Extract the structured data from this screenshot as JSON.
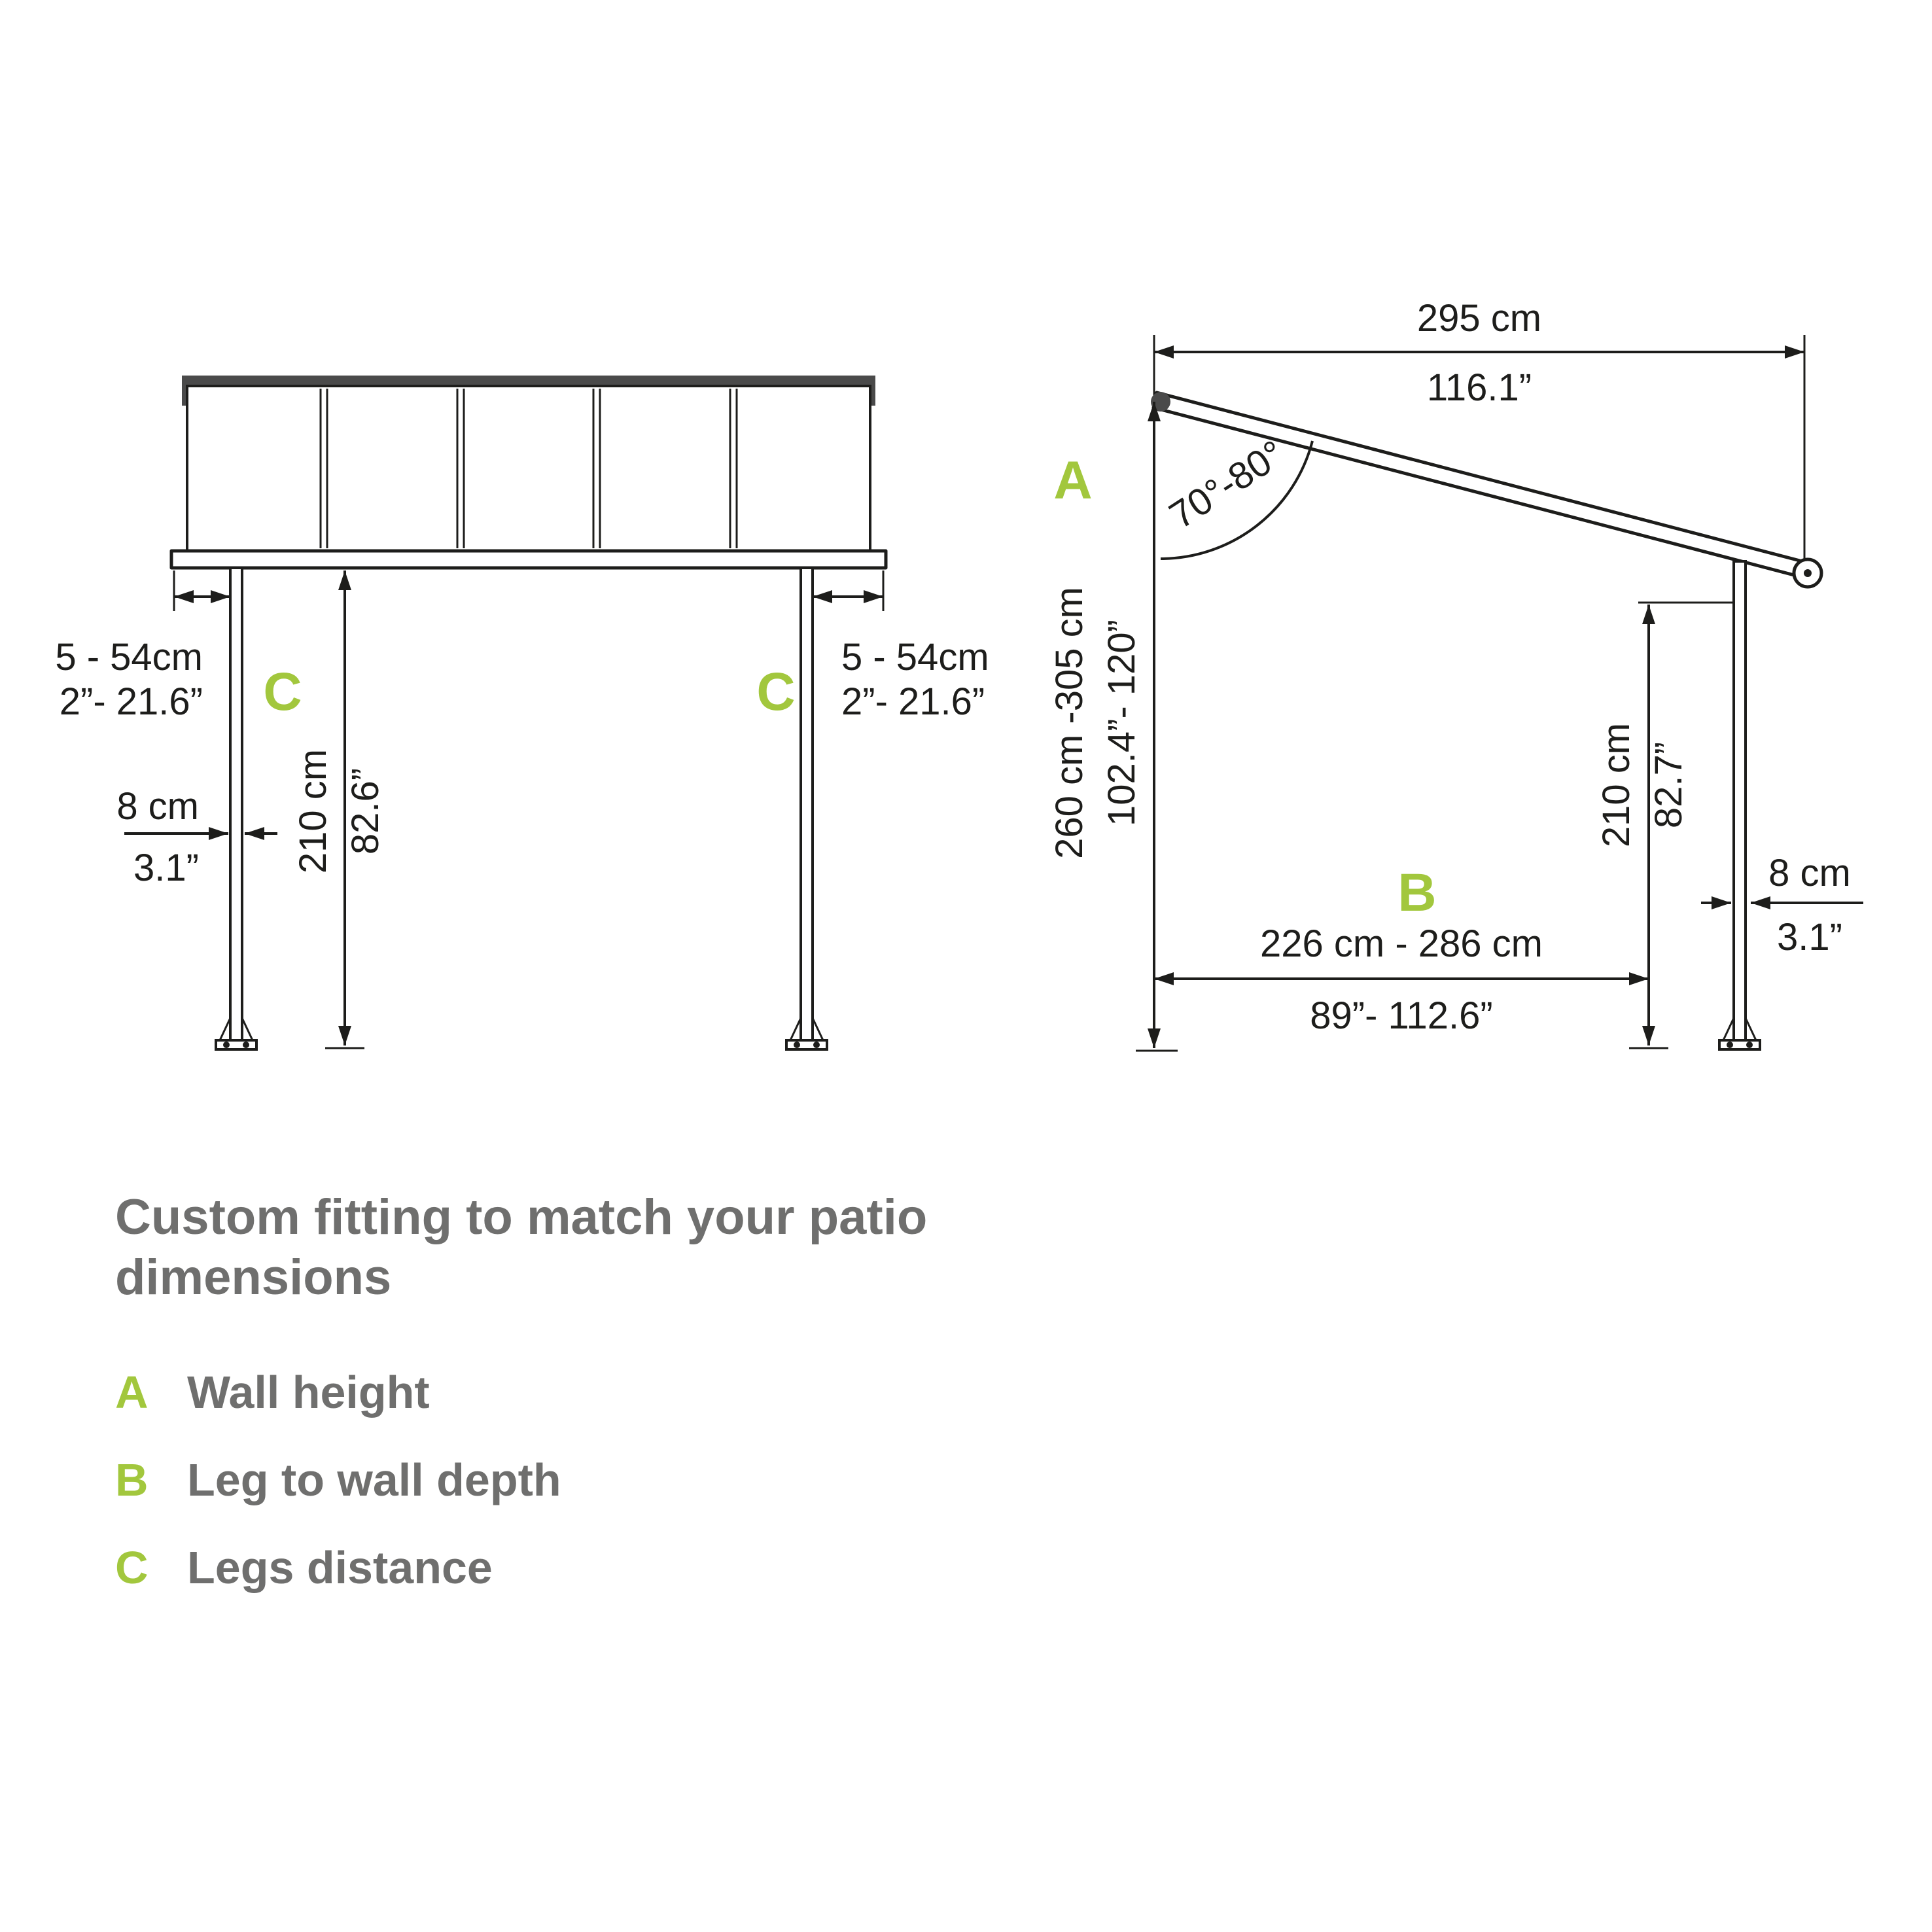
{
  "colors": {
    "accent_green": "#a2c73d",
    "text_gray": "#6f6f6e",
    "line_black": "#1d1d1b"
  },
  "front_view": {
    "left_offset_cm": "5 - 54cm",
    "left_offset_in": "2”- 21.6”",
    "right_offset_cm": "5 - 54cm",
    "right_offset_in": "2”- 21.6”",
    "left_leg_label": "C",
    "right_leg_label": "C",
    "leg_width_cm": "8 cm",
    "leg_width_in": "3.1”",
    "leg_height_cm": "210 cm",
    "leg_height_in": "82.6”"
  },
  "side_view": {
    "top_width_cm": "295 cm",
    "top_width_in": "116.1”",
    "roof_angle": "70°-80°",
    "wall_height_label": "A",
    "wall_height_cm": "260 cm -305 cm",
    "wall_height_in": "102.4”- 120”",
    "leg_height_cm": "210 cm",
    "leg_height_in": "82.7”",
    "leg_width_cm": "8 cm",
    "leg_width_in": "3.1”",
    "depth_label": "B",
    "depth_cm": "226 cm - 286 cm",
    "depth_in": "89”- 112.6”"
  },
  "legend": {
    "title_line1": "Custom fitting to match your patio",
    "title_line2": "dimensions",
    "items": [
      {
        "key": "A",
        "label": "Wall height"
      },
      {
        "key": "B",
        "label": "Leg to wall depth"
      },
      {
        "key": "C",
        "label": "Legs distance"
      }
    ]
  }
}
